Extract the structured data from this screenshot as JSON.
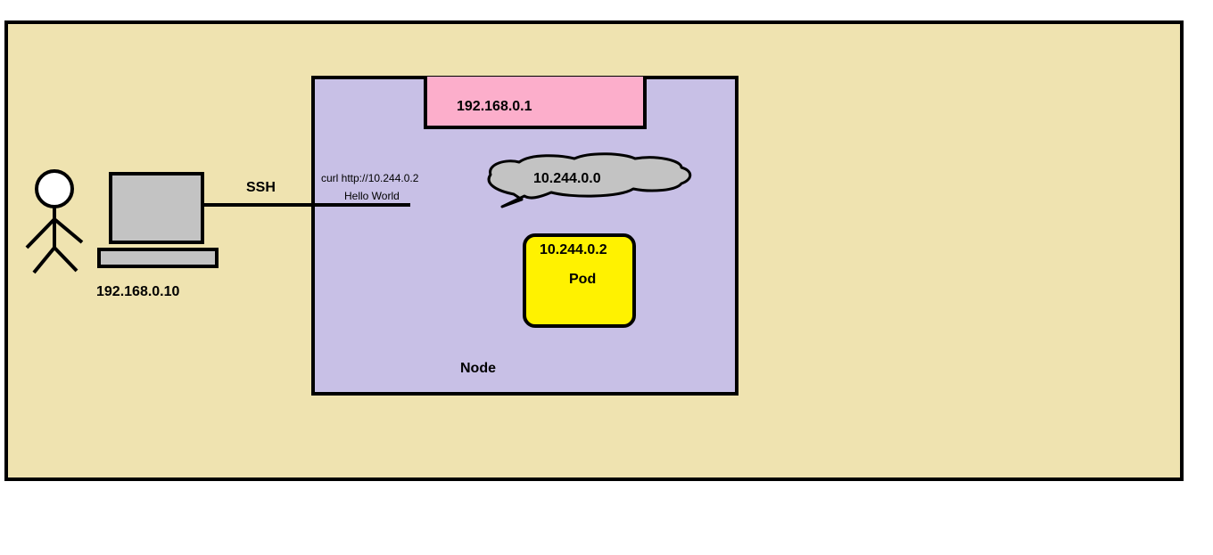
{
  "labels": {
    "host_ip": "192.168.0.10",
    "ssh": "SSH",
    "node_ip": "192.168.0.1",
    "curl_cmd": "curl http://10.244.0.2",
    "curl_response": "Hello World",
    "network": "10.244.0.0",
    "pod_ip": "10.244.0.2",
    "pod": "Pod",
    "node": "Node"
  },
  "colors": {
    "background": "#efe3b0",
    "node": "#c8c0e6",
    "node_ip_box": "#fcaecb",
    "pod": "#fff200",
    "cloud": "#c3c3c3",
    "laptop": "#c3c3c3"
  }
}
